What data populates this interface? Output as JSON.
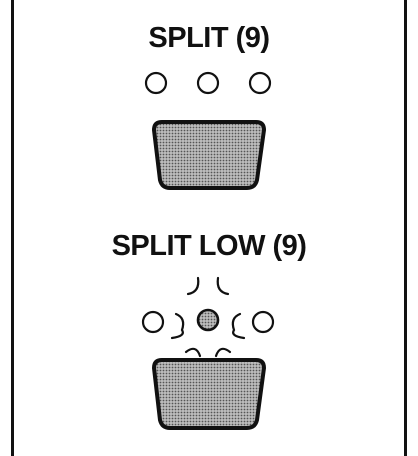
{
  "panels": [
    {
      "label": "SPLIT (9)",
      "leds": [
        "off",
        "off",
        "off"
      ],
      "button": "key"
    },
    {
      "label": "SPLIT LOW (9)",
      "leds": [
        "off",
        "blinking",
        "off"
      ],
      "button": "key"
    }
  ],
  "colors": {
    "ink": "#111111",
    "button_fill": "#9a9a9a",
    "led_lit": "#9a9a9a"
  }
}
